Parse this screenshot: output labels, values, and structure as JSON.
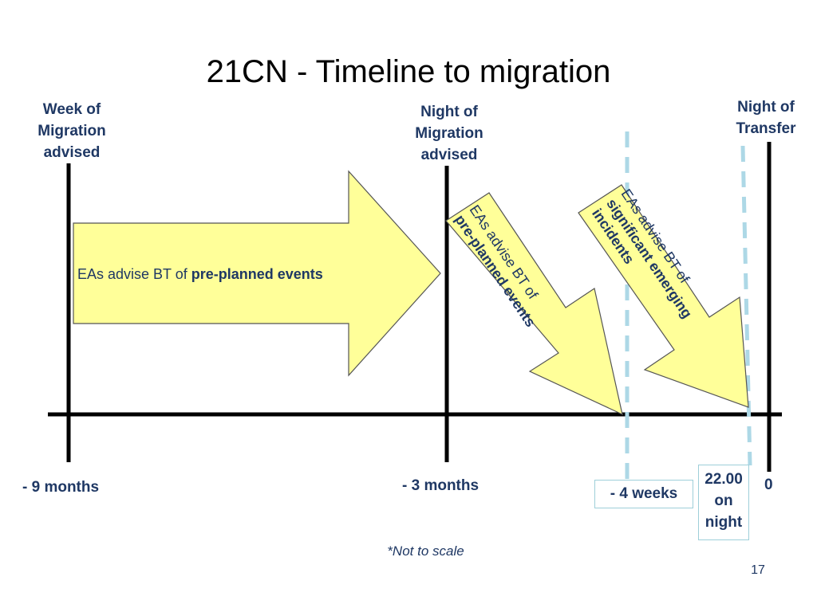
{
  "slide": {
    "title": "21CN - Timeline to migration",
    "page_number": "17",
    "note": "*Not to scale"
  },
  "milestones": {
    "week_of_migration": {
      "label": [
        "Week of",
        "Migration",
        "advised"
      ],
      "tick": "- 9 months"
    },
    "night_of_migration": {
      "label": [
        "Night of",
        "Migration",
        "advised"
      ],
      "tick": "- 3 months"
    },
    "night_of_transfer": {
      "label": [
        "Night of",
        "Transfer"
      ],
      "tick": "0"
    }
  },
  "boxes": {
    "four_weeks": "- 4 weeks",
    "night_time": [
      "22.00",
      "on",
      "night"
    ]
  },
  "arrows": {
    "preplanned_long": {
      "prefix": "EAs advise BT of ",
      "strong": "pre-planned events"
    },
    "preplanned_short": {
      "line1": "EAs advise BT of",
      "line2": "pre-planned events"
    },
    "emerging": {
      "line1": "EAs advise BT of",
      "line2": "significant emerging",
      "line3": "incidents"
    }
  },
  "colors": {
    "arrow_fill": "#ffff99",
    "arrow_stroke": "#555555",
    "axis": "#000000",
    "dashed": "#add8e6",
    "text": "#1f3864"
  }
}
